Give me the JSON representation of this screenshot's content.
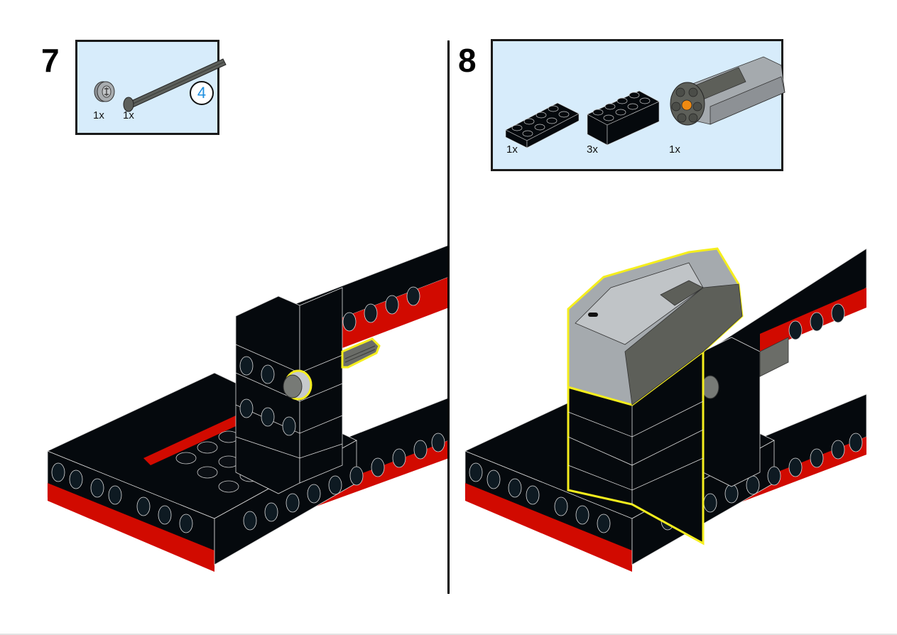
{
  "page": {
    "background": "#ffffff",
    "accent_highlight": "#f5ee1d",
    "parts_box_fill": "#d7ecfb",
    "brick_black": "#05090d",
    "brick_red": "#d10a00",
    "part_gray": "#a5aaae",
    "part_dark_gray": "#5d5f59"
  },
  "steps": [
    {
      "number": "7",
      "parts": [
        {
          "icon": "bush-icon",
          "qty": "1x"
        },
        {
          "icon": "axle-with-stop-icon",
          "qty": "1x"
        }
      ],
      "callout": "4"
    },
    {
      "number": "8",
      "parts": [
        {
          "icon": "plate-2x4-icon",
          "qty": "1x"
        },
        {
          "icon": "brick-2x4-icon",
          "qty": "3x"
        },
        {
          "icon": "motor-icon",
          "qty": "1x"
        }
      ]
    }
  ]
}
